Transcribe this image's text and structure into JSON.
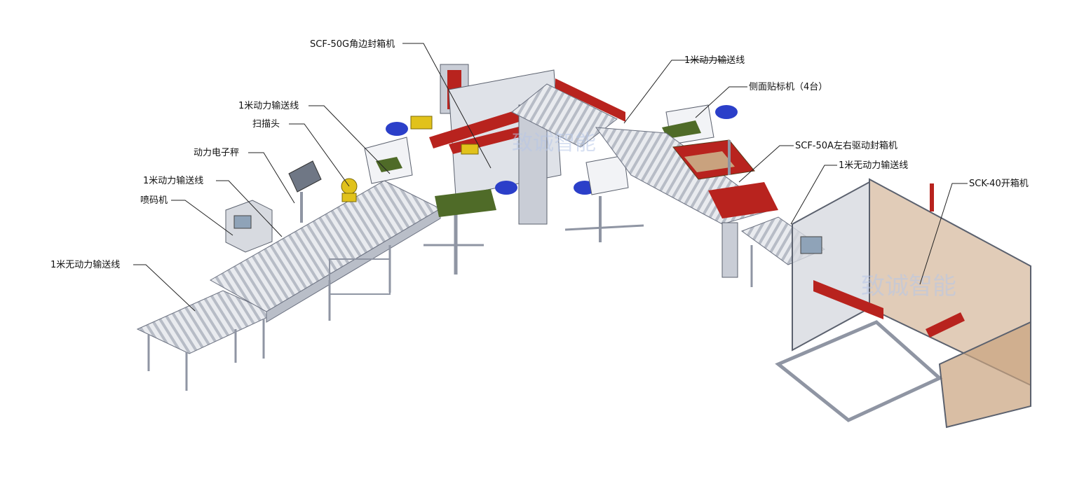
{
  "labels": {
    "sealer_corner": "SCF-50G角边封箱机",
    "conv_powered_top": "1米动力输送线",
    "side_labeler": "侧面贴标机（4台）",
    "conv_powered_left": "1米动力输送线",
    "scanner": "扫描头",
    "sealer_lr": "SCF-50A左右驱动封箱机",
    "scale": "动力电子秤",
    "conv_unpowered_right": "1米无动力输送线",
    "conv_powered_mid": "1米动力输送线",
    "erector": "SCK-40开箱机",
    "coder": "喷码机",
    "conv_unpowered_left": "1米无动力输送线"
  },
  "watermark": "致诚智能",
  "colors": {
    "frame": "#c9cdd6",
    "frame_dark": "#8f95a3",
    "red": "#b8231e",
    "green": "#4f6b28",
    "blue": "#2b3fc9",
    "yellow": "#e1c21b",
    "amber": "#c9a27e"
  }
}
